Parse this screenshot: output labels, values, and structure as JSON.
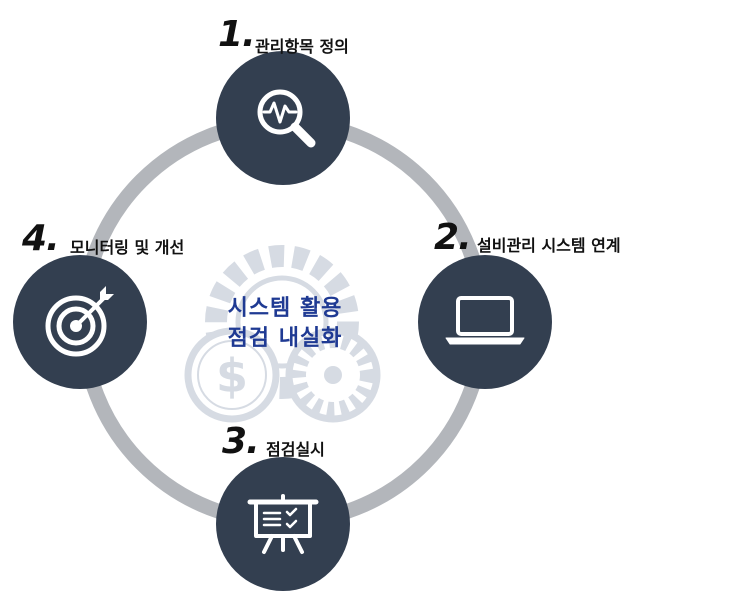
{
  "center": {
    "line1": "시스템 활용",
    "line2": "점검 내실화"
  },
  "steps": [
    {
      "number": "1.",
      "label": "관리항목 정의",
      "icon": "magnifier-pulse-icon"
    },
    {
      "number": "2.",
      "label": "설비관리 시스템 연계",
      "icon": "laptop-icon"
    },
    {
      "number": "3.",
      "label": "점검실시",
      "icon": "presentation-board-icon"
    },
    {
      "number": "4.",
      "label": "모니터링 및 개선",
      "icon": "target-arrow-icon"
    }
  ],
  "colors": {
    "node_fill": "#333f50",
    "ring": "#b3b6bb",
    "center_text": "#1f3a93",
    "watermark": "#d6dbe3"
  }
}
